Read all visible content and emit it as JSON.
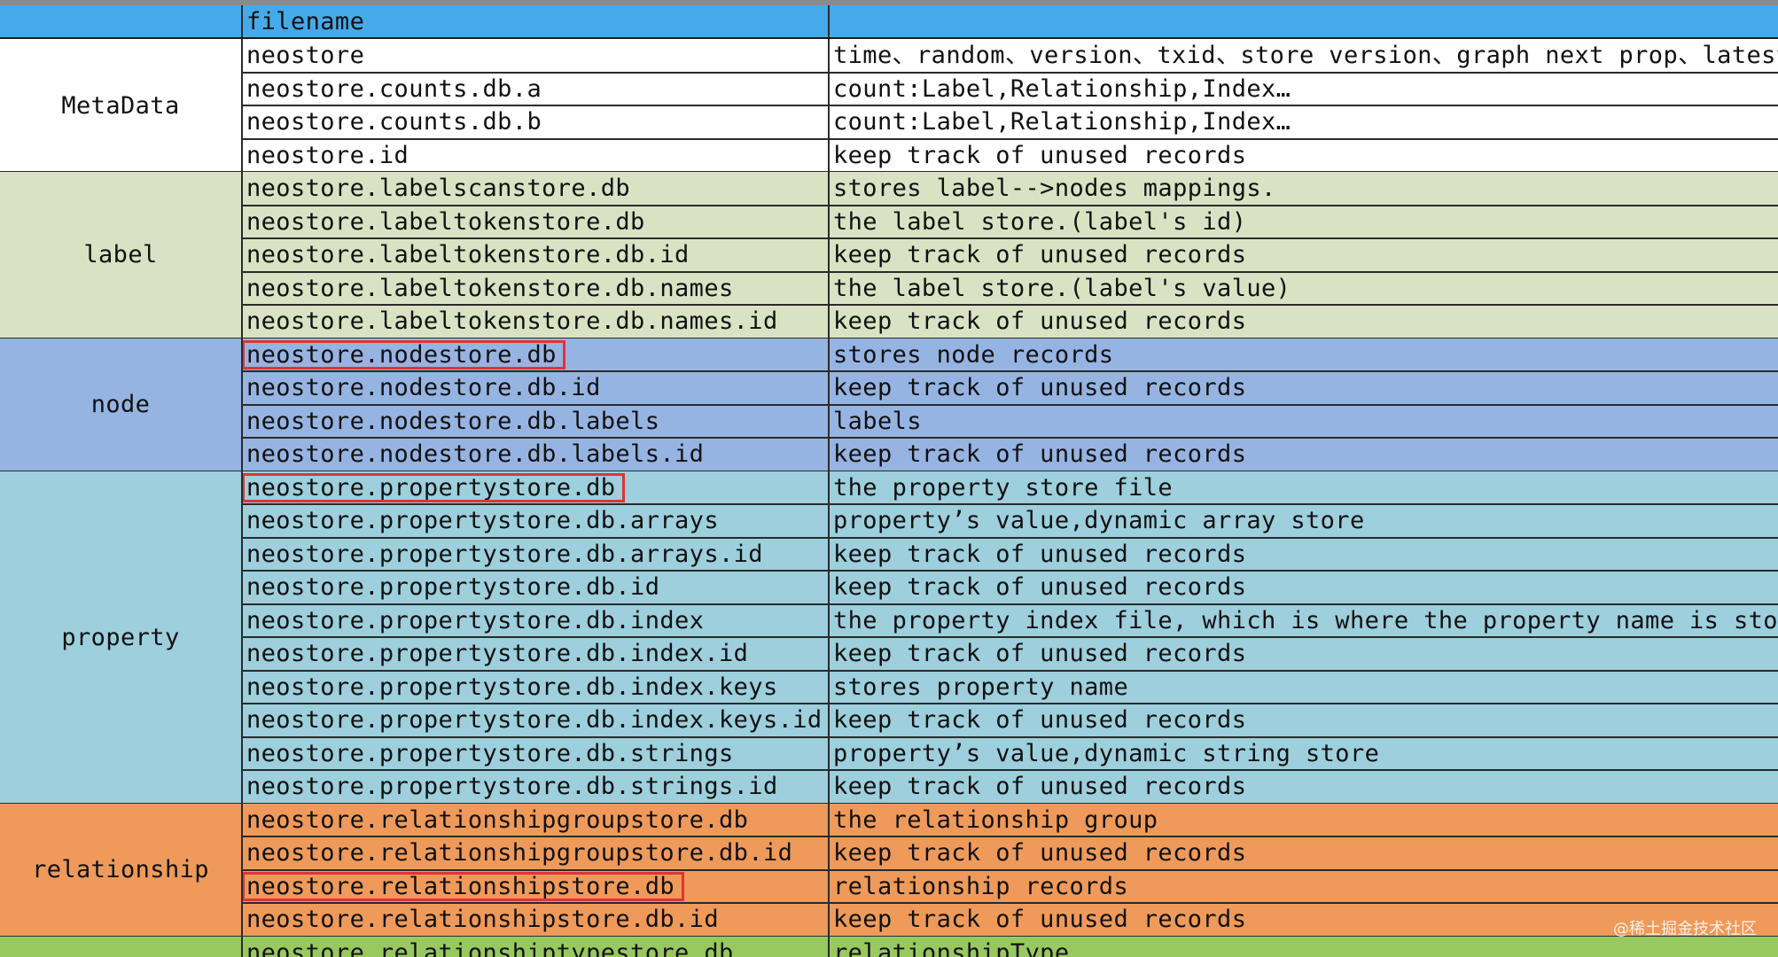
{
  "header": {
    "col1": "",
    "col2": "filename",
    "col3": ""
  },
  "colors": {
    "header": "#45aaea",
    "metadata": "#ffffff",
    "label": "#d9e3c4",
    "node": "#96b4e2",
    "property": "#9dcfdd",
    "relationship": "#ef9a5a",
    "relationshiptype": "#98c95f",
    "highlight_border": "#e03434"
  },
  "groups": [
    {
      "name": "MetaData",
      "color": "#ffffff",
      "rows": [
        {
          "file": "neostore",
          "desc": "time、random、version、txid、store version、graph next prop、latest cons"
        },
        {
          "file": "neostore.counts.db.a",
          "desc": "count:Label,Relationship,Index…"
        },
        {
          "file": "neostore.counts.db.b",
          "desc": "count:Label,Relationship,Index…"
        },
        {
          "file": "neostore.id",
          "desc": "keep track of unused records"
        }
      ]
    },
    {
      "name": "label",
      "color": "#d9e3c4",
      "rows": [
        {
          "file": "neostore.labelscanstore.db",
          "desc": "stores label-->nodes mappings."
        },
        {
          "file": "neostore.labeltokenstore.db",
          "desc": "the label store.(label's id)"
        },
        {
          "file": "neostore.labeltokenstore.db.id",
          "desc": "keep track of unused records"
        },
        {
          "file": "neostore.labeltokenstore.db.names",
          "desc": "the label store.(label's value)"
        },
        {
          "file": "neostore.labeltokenstore.db.names.id",
          "desc": "keep track of unused records"
        }
      ]
    },
    {
      "name": "node",
      "color": "#96b4e2",
      "rows": [
        {
          "file": "neostore.nodestore.db",
          "desc": "stores node records",
          "highlight": true
        },
        {
          "file": "neostore.nodestore.db.id",
          "desc": "keep track of unused records"
        },
        {
          "file": "neostore.nodestore.db.labels",
          "desc": "labels"
        },
        {
          "file": "neostore.nodestore.db.labels.id",
          "desc": "keep track of unused records"
        }
      ]
    },
    {
      "name": "property",
      "color": "#9dcfdd",
      "rows": [
        {
          "file": "neostore.propertystore.db",
          "desc": "the property store file",
          "highlight": true
        },
        {
          "file": "neostore.propertystore.db.arrays",
          "desc": "property’s value,dynamic array store"
        },
        {
          "file": "neostore.propertystore.db.arrays.id",
          "desc": "keep track of unused records"
        },
        {
          "file": "neostore.propertystore.db.id",
          "desc": "keep track of unused records"
        },
        {
          "file": "neostore.propertystore.db.index",
          "desc": "the property index file, which is where the property name is stored"
        },
        {
          "file": "neostore.propertystore.db.index.id",
          "desc": "keep track of unused records"
        },
        {
          "file": "neostore.propertystore.db.index.keys",
          "desc": "stores property name"
        },
        {
          "file": "neostore.propertystore.db.index.keys.id",
          "desc": "keep track of unused records"
        },
        {
          "file": "neostore.propertystore.db.strings",
          "desc": "property’s value,dynamic string store"
        },
        {
          "file": "neostore.propertystore.db.strings.id",
          "desc": "keep track of unused records"
        }
      ]
    },
    {
      "name": "relationship",
      "color": "#ef9a5a",
      "rows": [
        {
          "file": "neostore.relationshipgroupstore.db",
          "desc": "the relationship group"
        },
        {
          "file": "neostore.relationshipgroupstore.db.id",
          "desc": "keep track of unused records"
        },
        {
          "file": "neostore.relationshipstore.db",
          "desc": "relationship records",
          "highlight": true
        },
        {
          "file": "neostore.relationshipstore.db.id",
          "desc": "keep track of unused records"
        }
      ]
    },
    {
      "name": "",
      "color": "#98c95f",
      "rows": [
        {
          "file": "neostore.relationshiptypestore.db",
          "desc": "relationshipType"
        }
      ]
    }
  ],
  "watermark": "@稀土掘金技术社区"
}
